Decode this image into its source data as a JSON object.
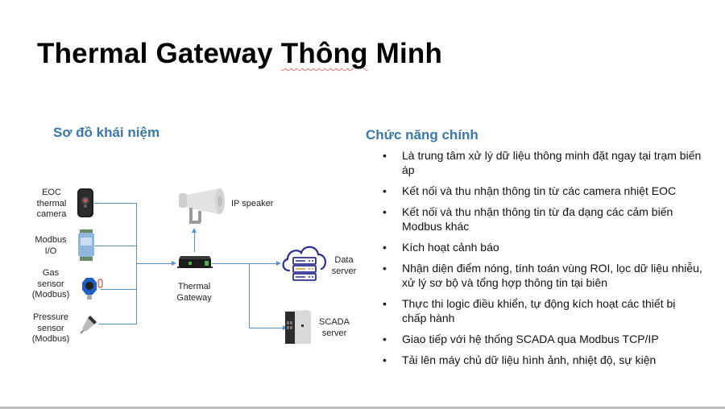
{
  "slide": {
    "title_part1": "Thermal Gateway ",
    "title_part2": "Thông",
    "title_part3": " Minh"
  },
  "diagram": {
    "heading": "Sơ đồ khái niệm",
    "devices": {
      "eoc_camera": {
        "line1": "EOC",
        "line2": "thermal",
        "line3": "camera"
      },
      "modbus_io": {
        "line1": "Modbus",
        "line2": "I/O"
      },
      "gas_sensor": {
        "line1": "Gas",
        "line2": "sensor",
        "line3": "(Modbus)"
      },
      "pressure_sensor": {
        "line1": "Pressure",
        "line2": "sensor",
        "line3": "(Modbus)"
      },
      "ip_speaker": {
        "label": "IP speaker"
      },
      "gateway": {
        "line1": "Thermal",
        "line2": "Gateway"
      },
      "data_server": {
        "line1": "Data",
        "line2": "server"
      },
      "scada_server": {
        "line1": "SCADA",
        "line2": "server"
      }
    },
    "colors": {
      "connector": "#5b8fc7",
      "cloud": "#2b2f8f",
      "heading": "#3a78a8"
    }
  },
  "functions": {
    "heading": "Chức năng chính",
    "bullet_glyph": "•",
    "items": [
      "Là trung tâm xử lý dữ liệu thông minh đặt ngay tại trạm biến áp",
      "Kết nối và thu nhận thông tin từ các camera nhiệt EOC",
      "Kết nối và thu nhận thông tin từ đa dạng các cảm biến Modbus khác",
      "Kích hoạt cảnh báo",
      "Nhận diện điểm nóng, tính toán vùng ROI, lọc dữ liệu nhiễu, xử lý sơ bộ và tổng hợp thông tin tại biên",
      "Thực thi logic điều khiển, tự động kích hoạt các thiết bị chấp hành",
      "Giao tiếp với hệ thống SCADA qua Modbus TCP/IP",
      "Tải lên máy chủ dữ liệu hình ảnh, nhiệt độ, sự kiện"
    ]
  }
}
